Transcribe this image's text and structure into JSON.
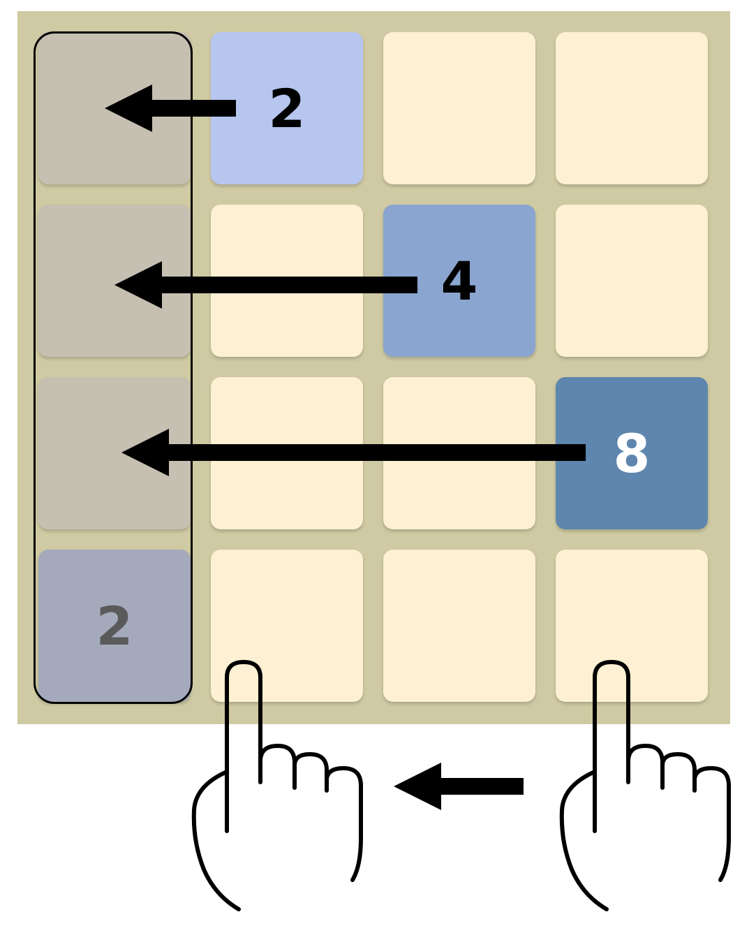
{
  "board": {
    "rows": 4,
    "cols": 4,
    "tiles": [
      {
        "row": 0,
        "col": 1,
        "value": "2",
        "state": "moving"
      },
      {
        "row": 1,
        "col": 2,
        "value": "4",
        "state": "moving"
      },
      {
        "row": 2,
        "col": 3,
        "value": "8",
        "state": "moving"
      },
      {
        "row": 3,
        "col": 0,
        "value": "2",
        "state": "result"
      }
    ],
    "target_column_cells": [
      {
        "row": 0,
        "col": 0
      },
      {
        "row": 1,
        "col": 0
      },
      {
        "row": 2,
        "col": 0
      }
    ],
    "colors": {
      "board_bg": "#cfcaa3",
      "empty_cell": "#fef0d3",
      "tile_2": "#b6c6ef",
      "tile_4": "#8aa5cf",
      "tile_8": "#5e86ae",
      "ghost_cell": "#c6c0b2",
      "result_tile": "#a4aabb"
    }
  },
  "gesture": {
    "direction": "left",
    "icons": [
      "hand-pointer-icon",
      "arrow-left-icon",
      "hand-pointer-icon"
    ]
  }
}
